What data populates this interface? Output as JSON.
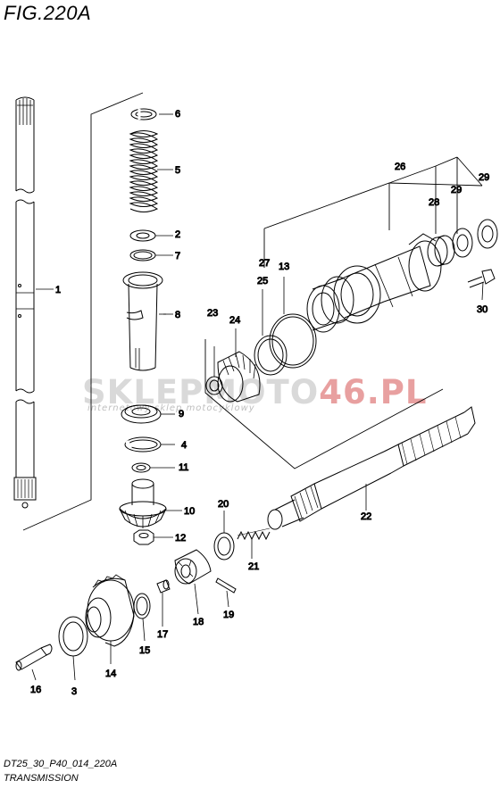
{
  "figure": {
    "title": "FIG.220A",
    "code": "DT25_30_P40_014_220A",
    "section": "TRANSMISSION"
  },
  "watermark": {
    "brand_gray": "SKLEPMOTO",
    "brand_red": "46.PL",
    "tagline": "internetowy sklep motocyklowy"
  },
  "callouts": [
    {
      "id": "c1",
      "label": "1"
    },
    {
      "id": "c2",
      "label": "2"
    },
    {
      "id": "c3",
      "label": "3"
    },
    {
      "id": "c4",
      "label": "4"
    },
    {
      "id": "c5",
      "label": "5"
    },
    {
      "id": "c6",
      "label": "6"
    },
    {
      "id": "c7",
      "label": "7"
    },
    {
      "id": "c8",
      "label": "8"
    },
    {
      "id": "c9",
      "label": "9"
    },
    {
      "id": "c10",
      "label": "10"
    },
    {
      "id": "c11",
      "label": "11"
    },
    {
      "id": "c12",
      "label": "12"
    },
    {
      "id": "c13",
      "label": "13"
    },
    {
      "id": "c14",
      "label": "14"
    },
    {
      "id": "c15",
      "label": "15"
    },
    {
      "id": "c16",
      "label": "16"
    },
    {
      "id": "c17",
      "label": "17"
    },
    {
      "id": "c18",
      "label": "18"
    },
    {
      "id": "c19",
      "label": "19"
    },
    {
      "id": "c20",
      "label": "20"
    },
    {
      "id": "c21",
      "label": "21"
    },
    {
      "id": "c22",
      "label": "22"
    },
    {
      "id": "c23",
      "label": "23"
    },
    {
      "id": "c24",
      "label": "24"
    },
    {
      "id": "c25",
      "label": "25"
    },
    {
      "id": "c26",
      "label": "26"
    },
    {
      "id": "c27",
      "label": "27"
    },
    {
      "id": "c28",
      "label": "28"
    },
    {
      "id": "c29a",
      "label": "29"
    },
    {
      "id": "c29b",
      "label": "29"
    },
    {
      "id": "c30",
      "label": "30"
    }
  ]
}
